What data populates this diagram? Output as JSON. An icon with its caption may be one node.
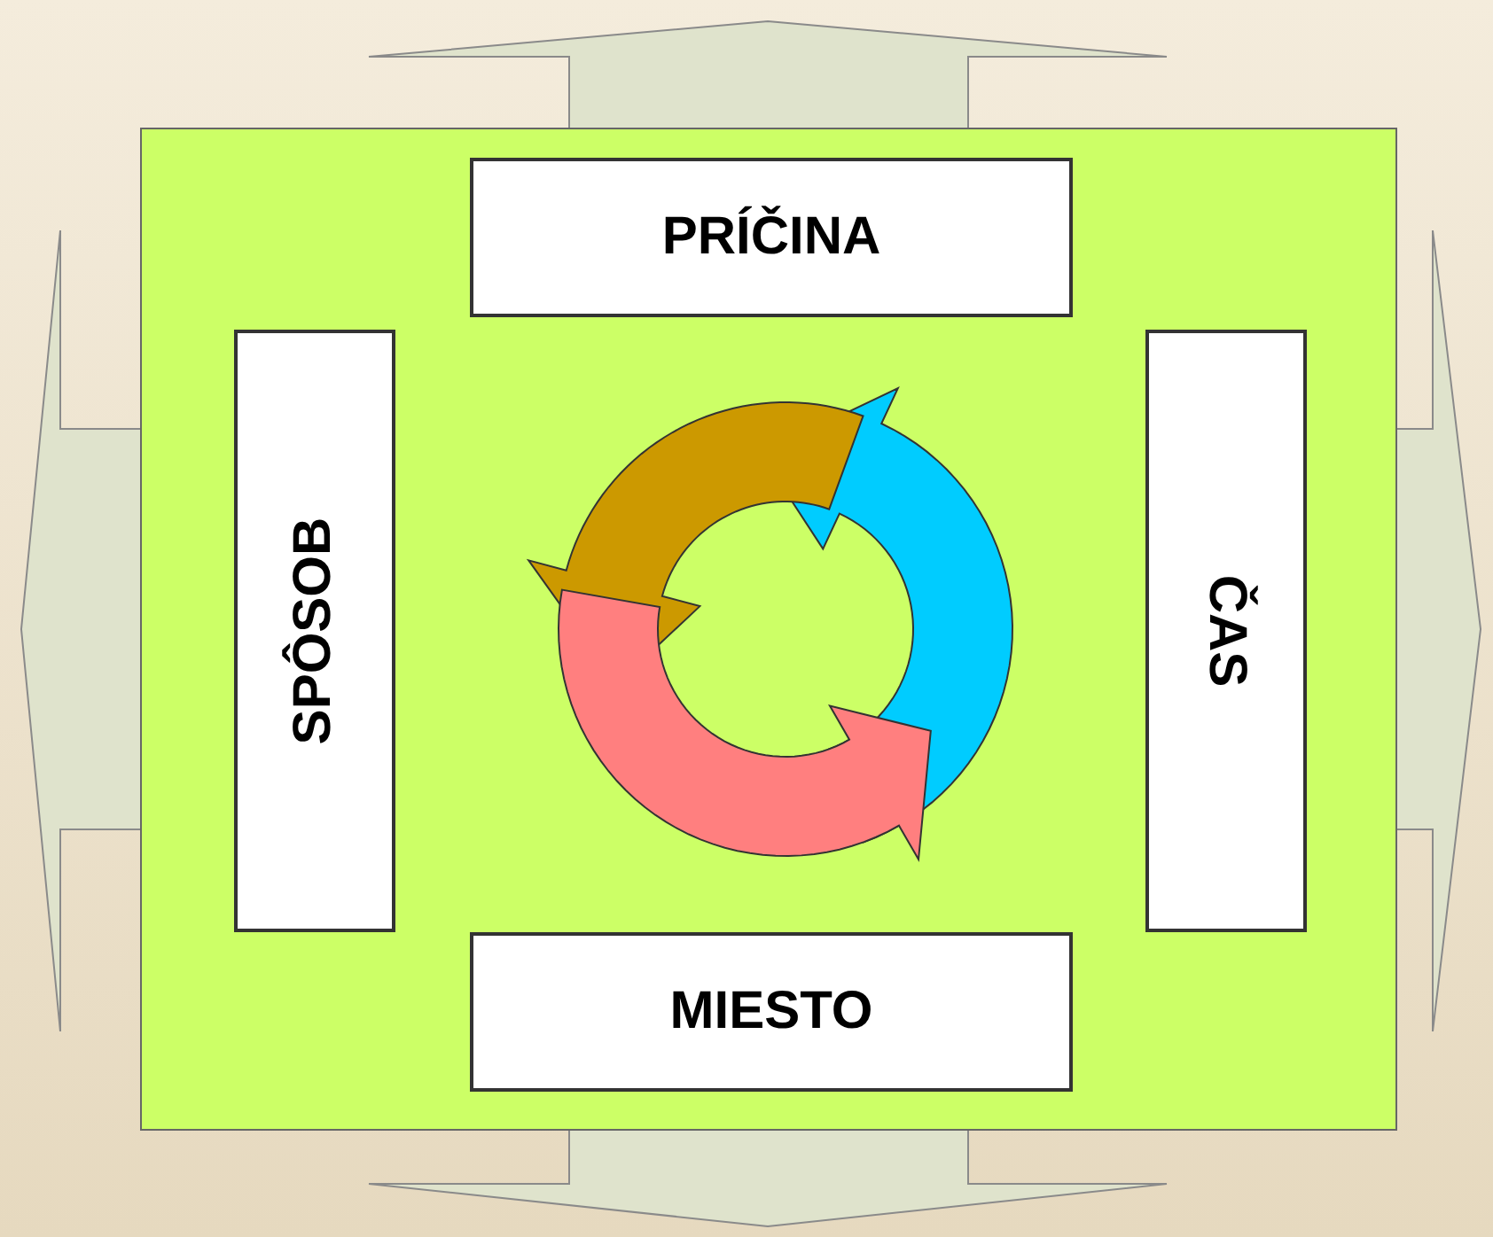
{
  "diagram": {
    "nodes": [
      {
        "text": [],
        "shape": "box"
      },
      {
        "text": [
          "PRÍČINA"
        ],
        "in": 0
      },
      {
        "text": [
          "SPÔSOB"
        ],
        "in": 0
      },
      {
        "text": [
          "ČAS"
        ],
        "in": 0
      },
      {
        "text": [
          "MIESTO"
        ],
        "in": 0
      }
    ]
  }
}
